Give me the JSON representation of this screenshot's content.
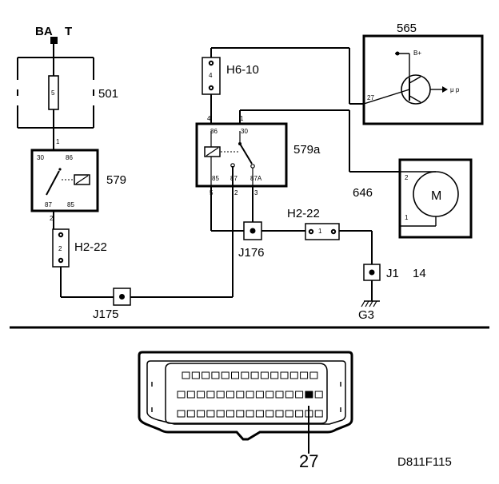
{
  "top": {
    "bat": "BA",
    "t": "T"
  },
  "c501": {
    "label": "501",
    "fuse": "5",
    "pin": "1"
  },
  "c579": {
    "label": "579",
    "p30": "30",
    "p86": "86",
    "p87": "87",
    "p85": "85",
    "p2": "2"
  },
  "h2_22_left": {
    "label": "H2-22",
    "pin": "2"
  },
  "j175": "J175",
  "h6_10": {
    "label": "H6-10",
    "pin": "4"
  },
  "c579a": {
    "label": "579a",
    "p4": "4",
    "p1": "1",
    "p86": "86",
    "p30": "30",
    "p85": "85",
    "p87": "87",
    "p87a": "87A",
    "p5": "5",
    "p2": "2",
    "p3": "3"
  },
  "j176": "J176",
  "h2_22_right": {
    "label": "H2-22",
    "pin": "1"
  },
  "j1": {
    "label": "J1",
    "pin": "14"
  },
  "g3": "G3",
  "c565": {
    "label": "565",
    "bplus": "B+",
    "p27": "27",
    "mup": "μ p"
  },
  "c646": {
    "label": "646",
    "motor": "M",
    "p2": "2",
    "p1": "1"
  },
  "connector": {
    "pointer": "27"
  },
  "footer": {
    "code": "D811F115"
  }
}
